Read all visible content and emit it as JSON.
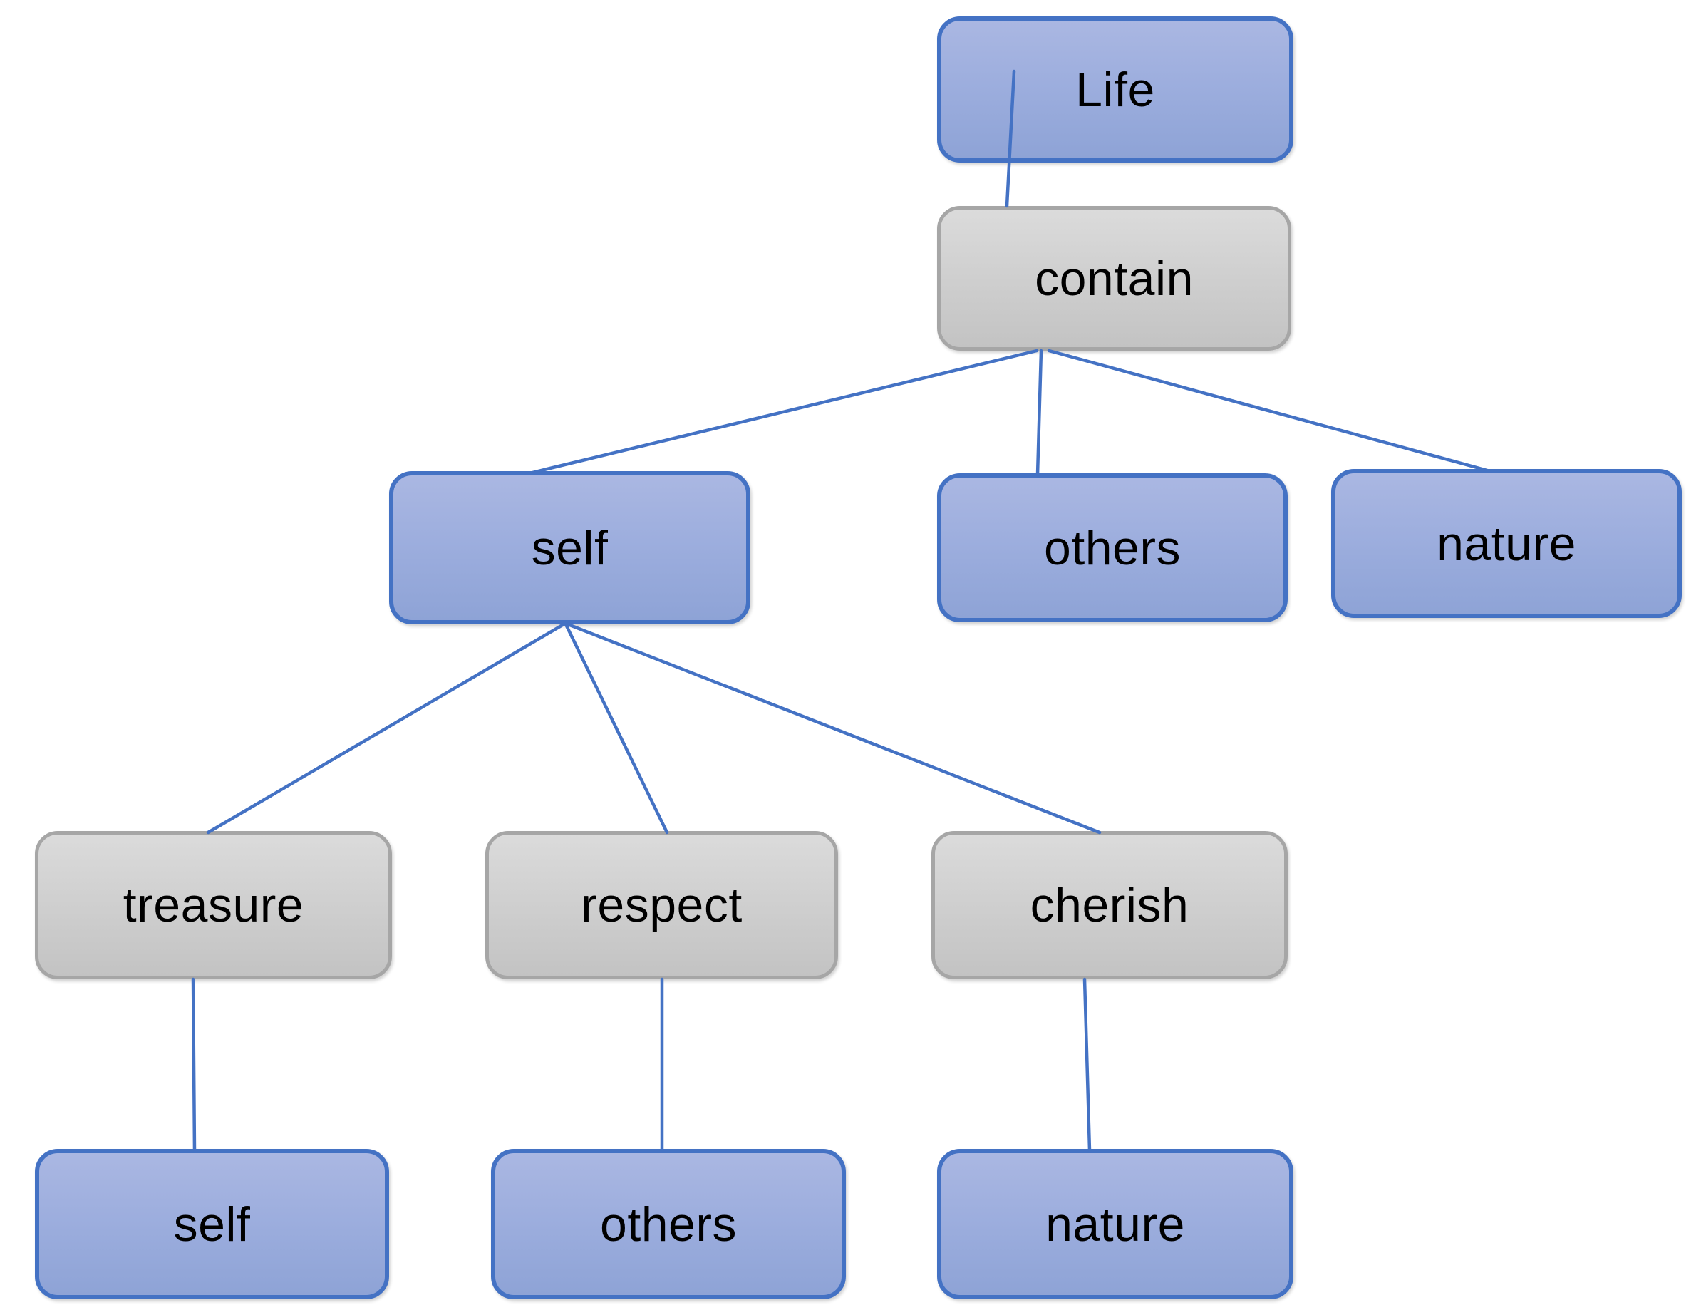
{
  "diagram": {
    "type": "concept-map",
    "background": "#ffffff",
    "colors": {
      "concept_fill_top": "#aab7e2",
      "concept_fill_bottom": "#8ea3d6",
      "concept_border": "#4472c4",
      "relation_fill_top": "#dbdbdb",
      "relation_fill_bottom": "#c3c3c3",
      "relation_border": "#a6a6a6",
      "connector": "#4472c4",
      "text": "#000000"
    },
    "nodes": [
      {
        "id": "life",
        "label": "Life",
        "kind": "concept"
      },
      {
        "id": "contain",
        "label": "contain",
        "kind": "relation"
      },
      {
        "id": "self-2",
        "label": "self",
        "kind": "concept"
      },
      {
        "id": "others-2",
        "label": "others",
        "kind": "concept"
      },
      {
        "id": "nature-2",
        "label": "nature",
        "kind": "concept"
      },
      {
        "id": "treasure",
        "label": "treasure",
        "kind": "relation"
      },
      {
        "id": "respect",
        "label": "respect",
        "kind": "relation"
      },
      {
        "id": "cherish",
        "label": "cherish",
        "kind": "relation"
      },
      {
        "id": "self-4",
        "label": "self",
        "kind": "concept"
      },
      {
        "id": "others-4",
        "label": "others",
        "kind": "concept"
      },
      {
        "id": "nature-4",
        "label": "nature",
        "kind": "concept"
      }
    ],
    "edges": [
      {
        "from": "life",
        "to": "contain"
      },
      {
        "from": "contain",
        "to": "self-2"
      },
      {
        "from": "contain",
        "to": "others-2"
      },
      {
        "from": "contain",
        "to": "nature-2"
      },
      {
        "from": "self-2",
        "to": "treasure"
      },
      {
        "from": "self-2",
        "to": "respect"
      },
      {
        "from": "self-2",
        "to": "cherish"
      },
      {
        "from": "treasure",
        "to": "self-4"
      },
      {
        "from": "respect",
        "to": "others-4"
      },
      {
        "from": "cherish",
        "to": "nature-4"
      }
    ]
  }
}
